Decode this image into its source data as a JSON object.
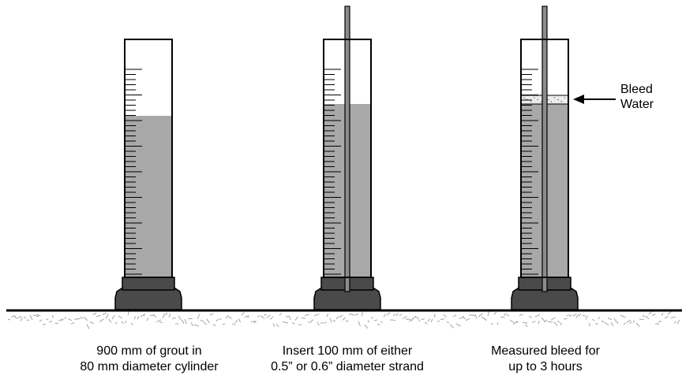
{
  "colors": {
    "grout": "#a8a8a8",
    "base": "#4a4a4a",
    "outline": "#000000",
    "strand": "#8c8c8c",
    "bleed_water": "#ececec",
    "ground_texture": "#9a9a9a"
  },
  "cylinders": [
    {
      "id": "cylinder-1",
      "has_strand": false,
      "has_bleed_water": false,
      "caption": [
        "900 mm of grout in",
        "80 mm diameter cylinder"
      ]
    },
    {
      "id": "cylinder-2",
      "has_strand": true,
      "has_bleed_water": false,
      "caption": [
        "Insert 100 mm of either",
        "0.5” or 0.6” diameter strand"
      ]
    },
    {
      "id": "cylinder-3",
      "has_strand": true,
      "has_bleed_water": true,
      "caption": [
        "Measured bleed for",
        "up to 3 hours"
      ]
    }
  ],
  "callout": {
    "lines": [
      "Bleed",
      "Water"
    ]
  }
}
